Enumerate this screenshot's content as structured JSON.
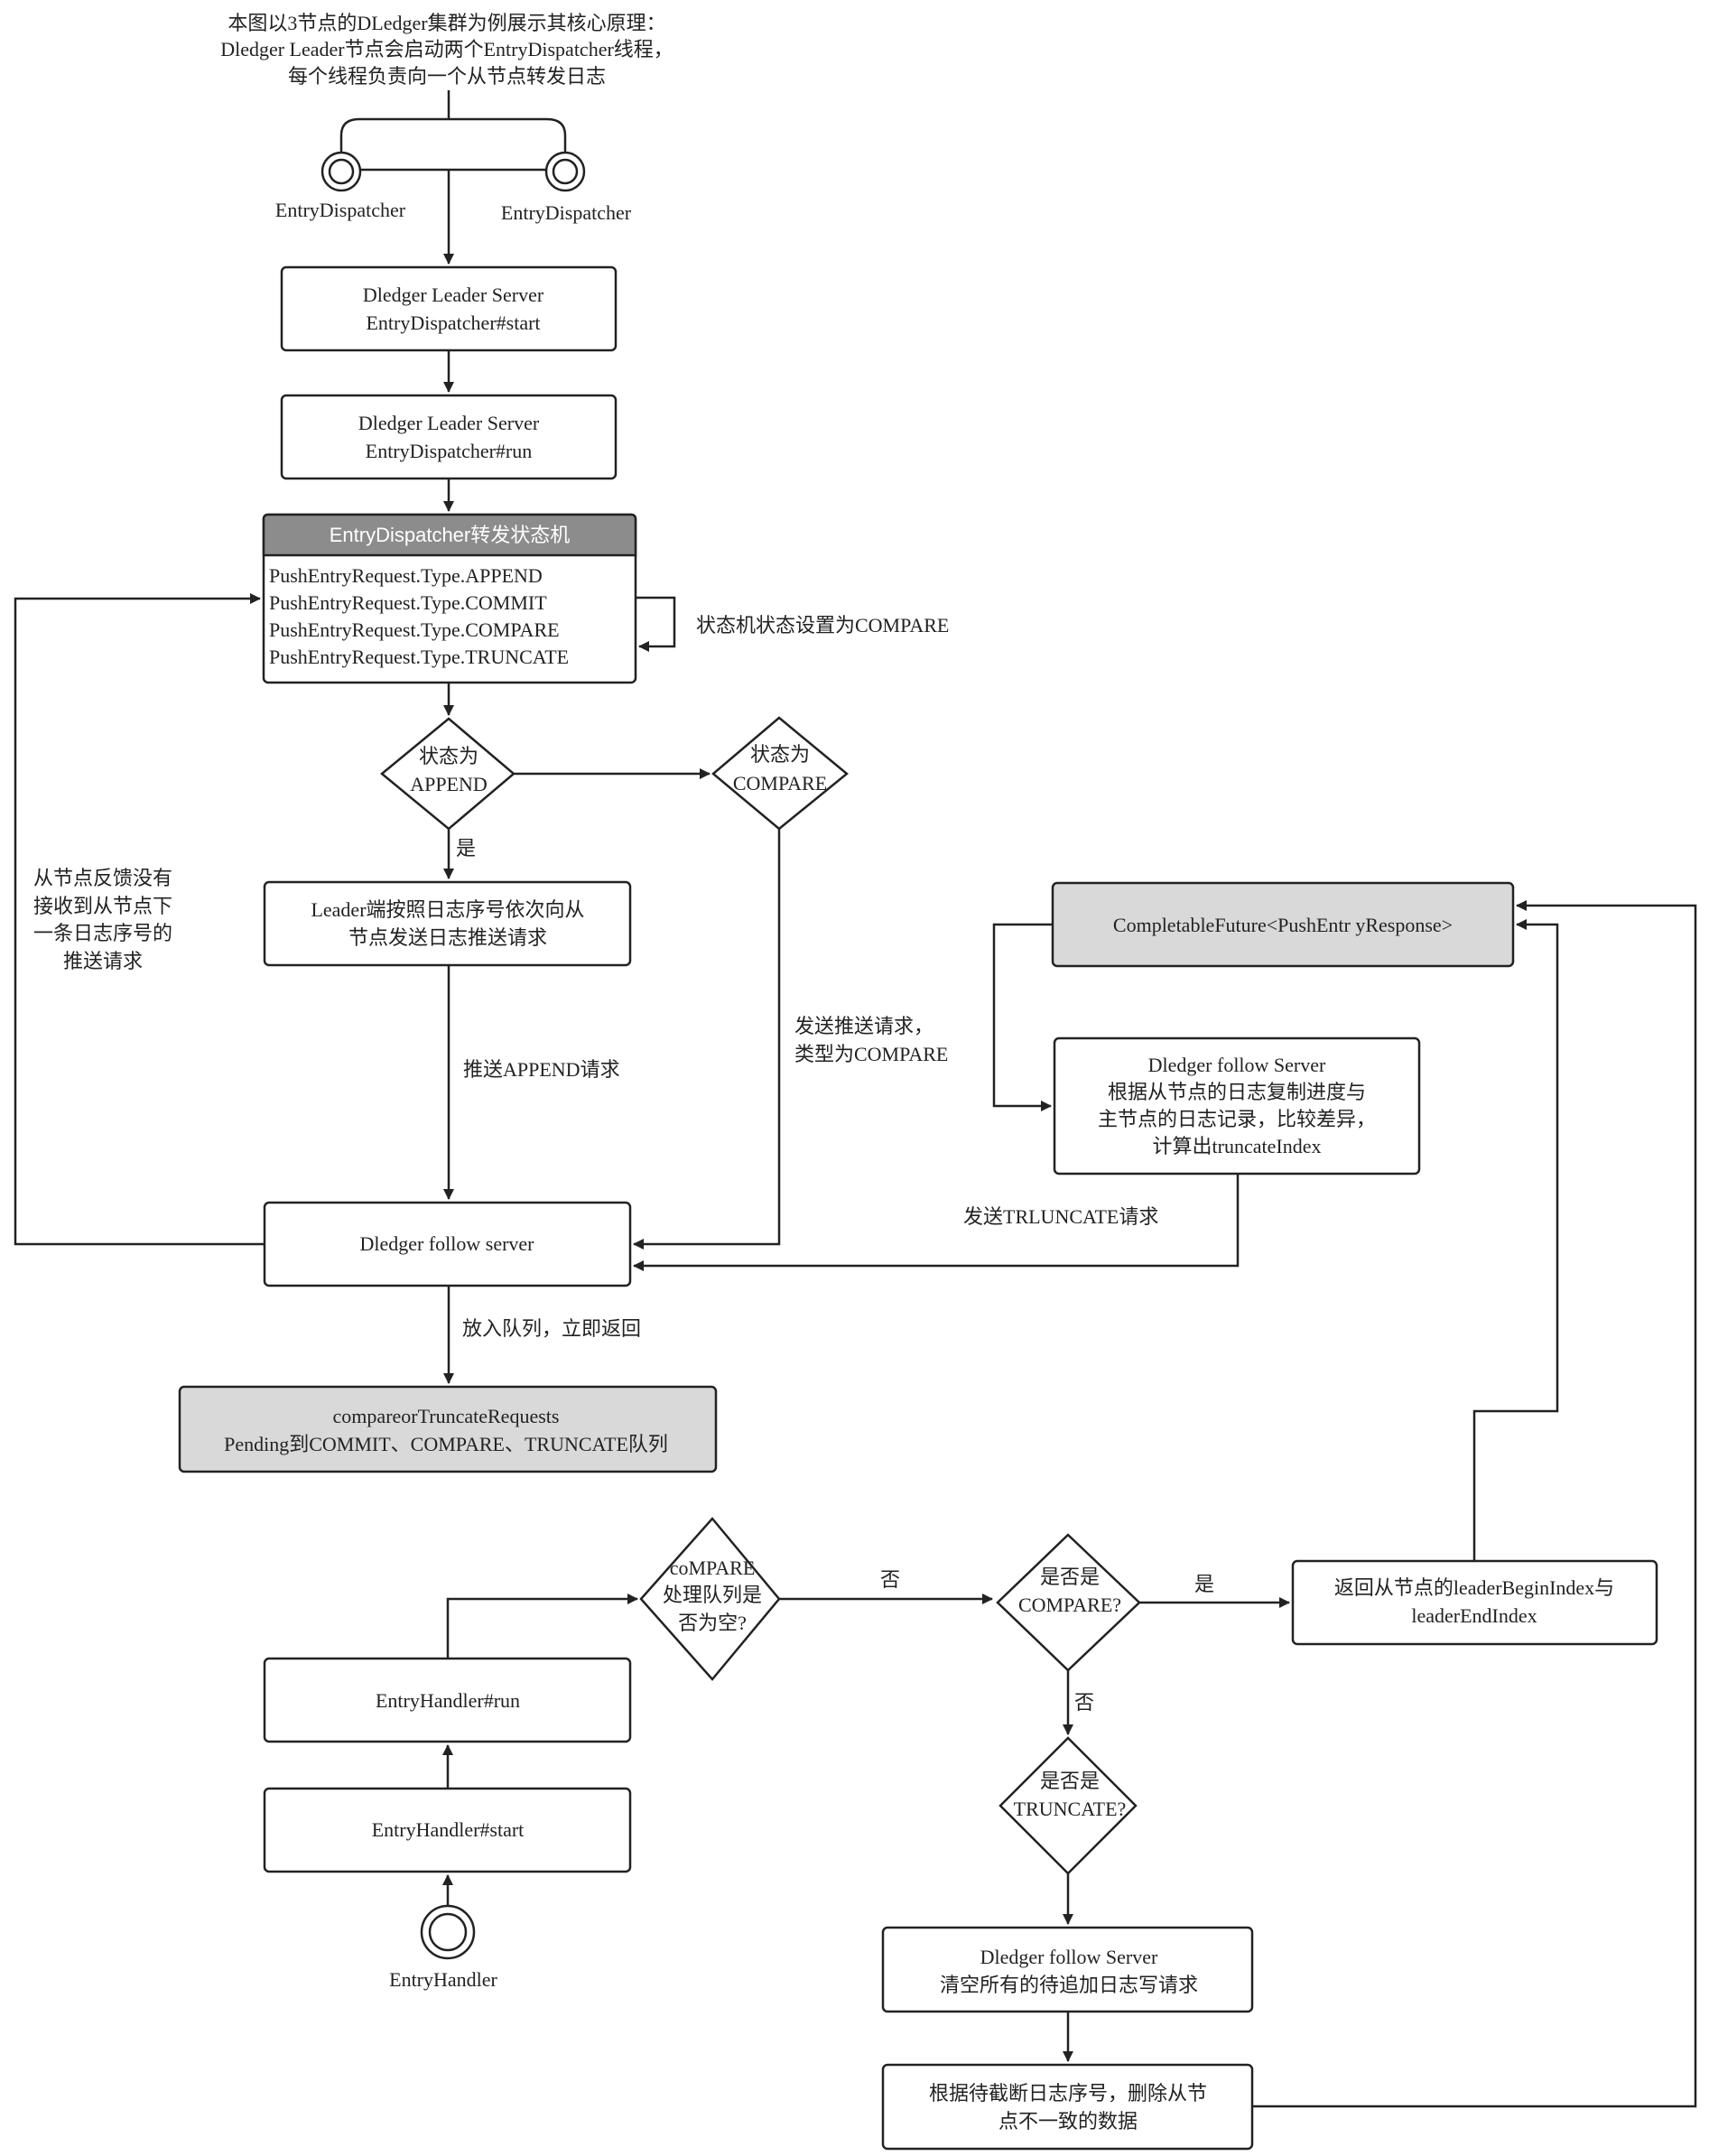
{
  "intro": {
    "line1": "本图以3节点的DLedger集群为例展示其核心原理：",
    "line2": "Dledger Leader节点会启动两个EntryDispatcher线程，",
    "line3": "每个线程负责向一个从节点转发日志"
  },
  "nodes": {
    "dispatcher_left_label": "EntryDispatcher",
    "dispatcher_right_label": "EntryDispatcher",
    "leader_start": {
      "line1": "Dledger Leader Server",
      "line2": "EntryDispatcher#start"
    },
    "leader_run": {
      "line1": "Dledger Leader Server",
      "line2": "EntryDispatcher#run"
    },
    "state_machine": {
      "title": "EntryDispatcher转发状态机",
      "items": [
        "PushEntryRequest.Type.APPEND",
        "PushEntryRequest.Type.COMMIT",
        "PushEntryRequest.Type.COMPARE",
        "PushEntryRequest.Type.TRUNCATE"
      ]
    },
    "self_loop_label": "状态机状态设置为COMPARE",
    "decision_append": {
      "line1": "状态为",
      "line2": "APPEND"
    },
    "decision_compare": {
      "line1": "状态为",
      "line2": "COMPARE"
    },
    "yes_label_append": "是",
    "leader_push": {
      "line1": "Leader端按照日志序号依次向从",
      "line2": "节点发送日志推送请求"
    },
    "push_append_label": "推送APPEND请求",
    "send_compare_label": {
      "line1": "发送推送请求，",
      "line2": "类型为COMPARE"
    },
    "feedback_label": {
      "line1": "从节点反馈没有",
      "line2": "接收到从节点下",
      "line3": "一条日志序号的",
      "line4": "推送请求"
    },
    "follow_server": "Dledger follow server",
    "enqueue_label": "放入队列，立即返回",
    "pending_queue": {
      "line1": "compareorTruncateRequests",
      "line2": "Pending到COMMIT、COMPARE、TRUNCATE队列"
    },
    "completable_future": "CompletableFuture<PushEntr yResponse>",
    "follow_compare": {
      "line1": "Dledger follow Server",
      "line2": "根据从节点的日志复制进度与",
      "line3": "主节点的日志记录，比较差异，",
      "line4": "计算出truncateIndex"
    },
    "send_truncate_label": "发送TRLUNCATE请求",
    "handler_run": "EntryHandler#run",
    "handler_start": "EntryHandler#start",
    "handler_label": "EntryHandler",
    "decision_queue_empty": {
      "line1": "coMPARE",
      "line2": "处理队列是",
      "line3": "否为空?"
    },
    "no_label_queue": "否",
    "decision_is_compare": {
      "line1": "是否是",
      "line2": "COMPARE?"
    },
    "yes_label_compare": "是",
    "return_index": {
      "line1": "返回从节点的leaderBeginIndex与",
      "line2": "leaderEndIndex"
    },
    "no_label_compare": "否",
    "decision_is_truncate": {
      "line1": "是否是",
      "line2": "TRUNCATE?"
    },
    "clear_requests": {
      "line1": "Dledger follow Server",
      "line2": "清空所有的待追加日志写请求"
    },
    "delete_data": {
      "line1": "根据待截断日志序号，删除从节",
      "line2": "点不一致的数据"
    }
  },
  "colors": {
    "header_fill": "#8c8c8c",
    "highlight_fill": "#d9d9d9",
    "stroke": "#222222"
  }
}
